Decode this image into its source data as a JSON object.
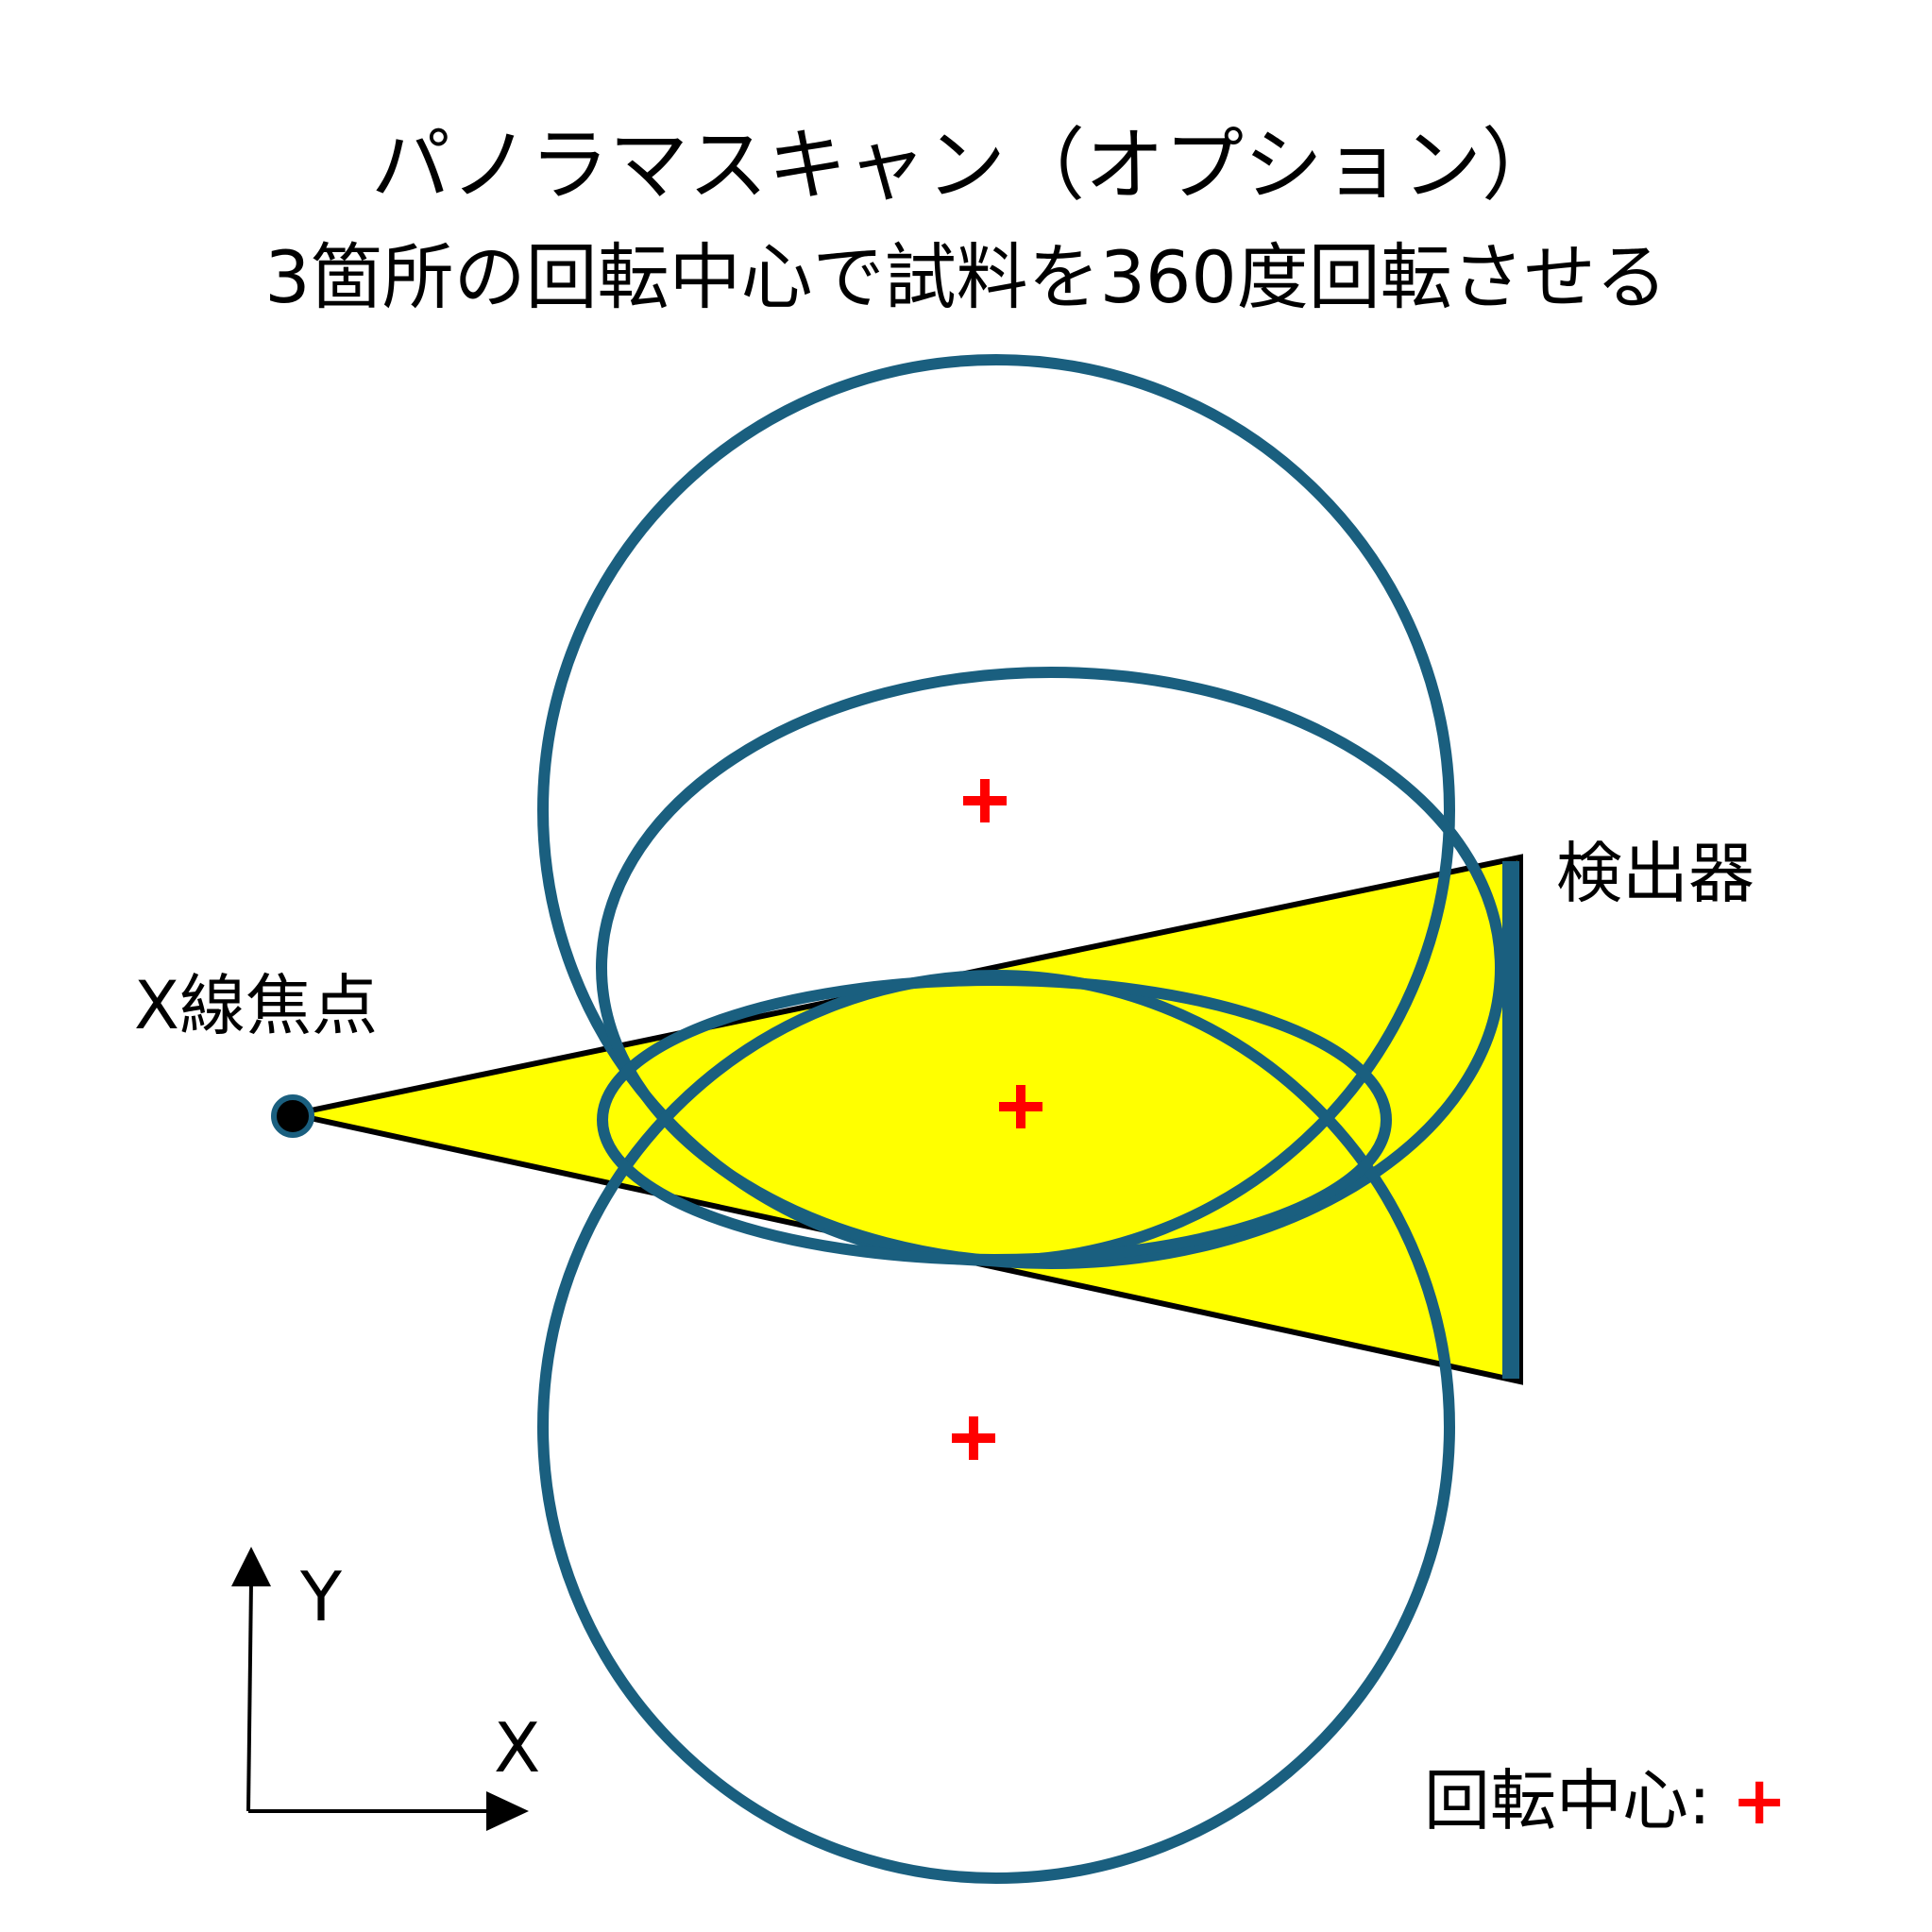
{
  "title": "パノラマスキャン（オプション）",
  "subtitle": "3箇所の回転中心で試料を360度回転させる",
  "labels": {
    "source": "X線焦点",
    "detector": "検出器",
    "axis_x": "X",
    "axis_y": "Y",
    "legend_text": "回転中心: ",
    "legend_mark": "+"
  },
  "colors": {
    "beam_fill": "#ffff00",
    "circle_stroke": "#1a5f7f",
    "detector": "#1a5f7f",
    "rotation_center": "#ff0000",
    "outline": "#000000"
  },
  "rotation_center_count": 3
}
